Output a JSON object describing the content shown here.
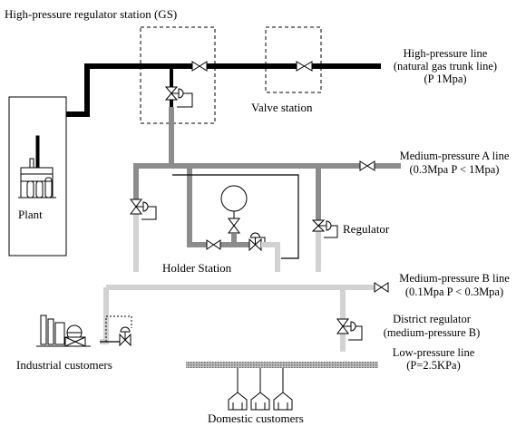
{
  "labels": {
    "gs_station": "High-pressure regulator station (GS)",
    "hp_line_1": "High-pressure line",
    "hp_line_2": "(natural gas trunk line)",
    "hp_line_3": "(P   1Mpa)",
    "valve_station": "Valve station",
    "plant": "Plant",
    "mpa_line_1": "Medium-pressure A line",
    "mpa_line_2": "(0.3Mpa    P < 1Mpa)",
    "regulator": "Regulator",
    "holder_station": "Holder Station",
    "mpb_line_1": "Medium-pressure B line",
    "mpb_line_2": "(0.1Mpa    P < 0.3Mpa)",
    "district_reg_1": "District regulator",
    "district_reg_2": "(medium-pressure B)",
    "industrial": "Industrial customers",
    "lp_line_1": "Low-pressure line",
    "lp_line_2": "(P=2.5KPa)",
    "domestic": "Domestic customers"
  },
  "colors": {
    "high_pressure": "#000000",
    "medium_a": "#8c8c8c",
    "medium_b": "#d2d2d2",
    "low_pressure": "#a8a8a8"
  }
}
